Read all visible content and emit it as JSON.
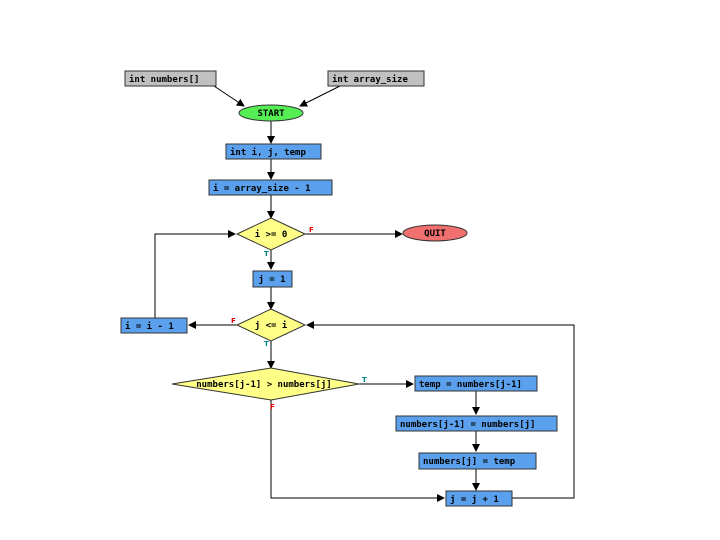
{
  "diagram": {
    "inputs": {
      "numbers": "int numbers[]",
      "array_size": "int array_size"
    },
    "start": "START",
    "quit": "QUIT",
    "declare": "int i, j, temp",
    "init_i": "i = array_size - 1",
    "cond_outer": "i >= 0",
    "init_j": "j = 1",
    "cond_inner": "j <= i",
    "dec_i": "i = i - 1",
    "cond_compare": "numbers[j-1] > numbers[j]",
    "swap1": "temp = numbers[j-1]",
    "swap2": "numbers[j-1] = numbers[j]",
    "swap3": "numbers[j] = temp",
    "inc_j": "j = j + 1",
    "true_label": "T",
    "false_label": "F"
  },
  "colors": {
    "process": "#5aa0ec",
    "input": "#c0c0c0",
    "decision": "#ffff88",
    "start": "#55ee55",
    "quit": "#f07070",
    "true_flag": "#008888",
    "false_flag": "#dd0000"
  }
}
